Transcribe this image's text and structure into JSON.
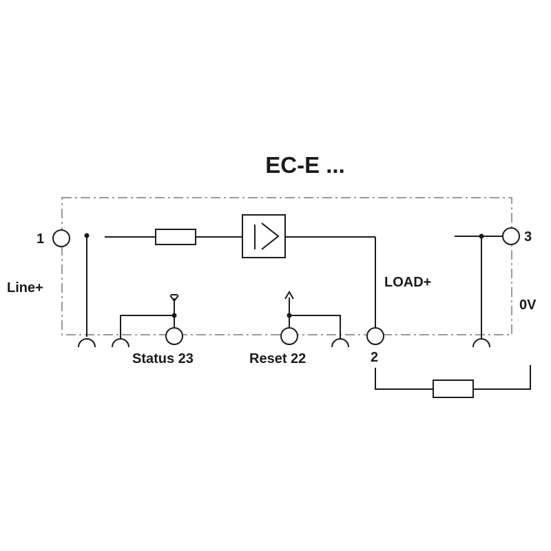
{
  "title": "EC-E ...",
  "labels": {
    "terminal_1": "1",
    "terminal_3": "3",
    "terminal_2": "2",
    "line_plus": "Line+",
    "load_plus": "LOAD+",
    "zero_v": "0V",
    "status": "Status 23",
    "reset": "Reset 22"
  }
}
